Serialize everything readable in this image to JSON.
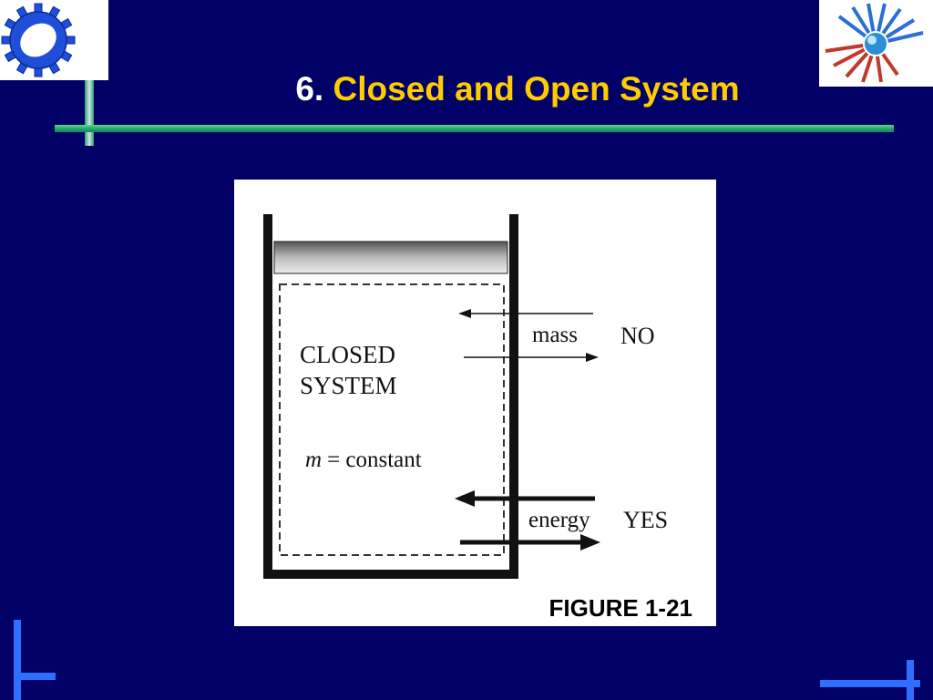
{
  "slide": {
    "title_number": "6.",
    "title_text": "Closed and Open System"
  },
  "logos": {
    "left_icon": "gear-icon",
    "right_icon": "eye-burst-logo"
  },
  "figure": {
    "label_system_line1": "CLOSED",
    "label_system_line2": "SYSTEM",
    "label_mass_var": "m",
    "label_mass_eq": "= constant",
    "label_mass": "mass",
    "label_mass_answer": "NO",
    "label_energy": "energy",
    "label_energy_answer": "YES",
    "caption": "FIGURE 1-21"
  },
  "colors": {
    "background": "#000066",
    "title_accent": "#ffcc00",
    "rule_green": "#1f9f6f",
    "corner_blue": "#2f6fff"
  }
}
